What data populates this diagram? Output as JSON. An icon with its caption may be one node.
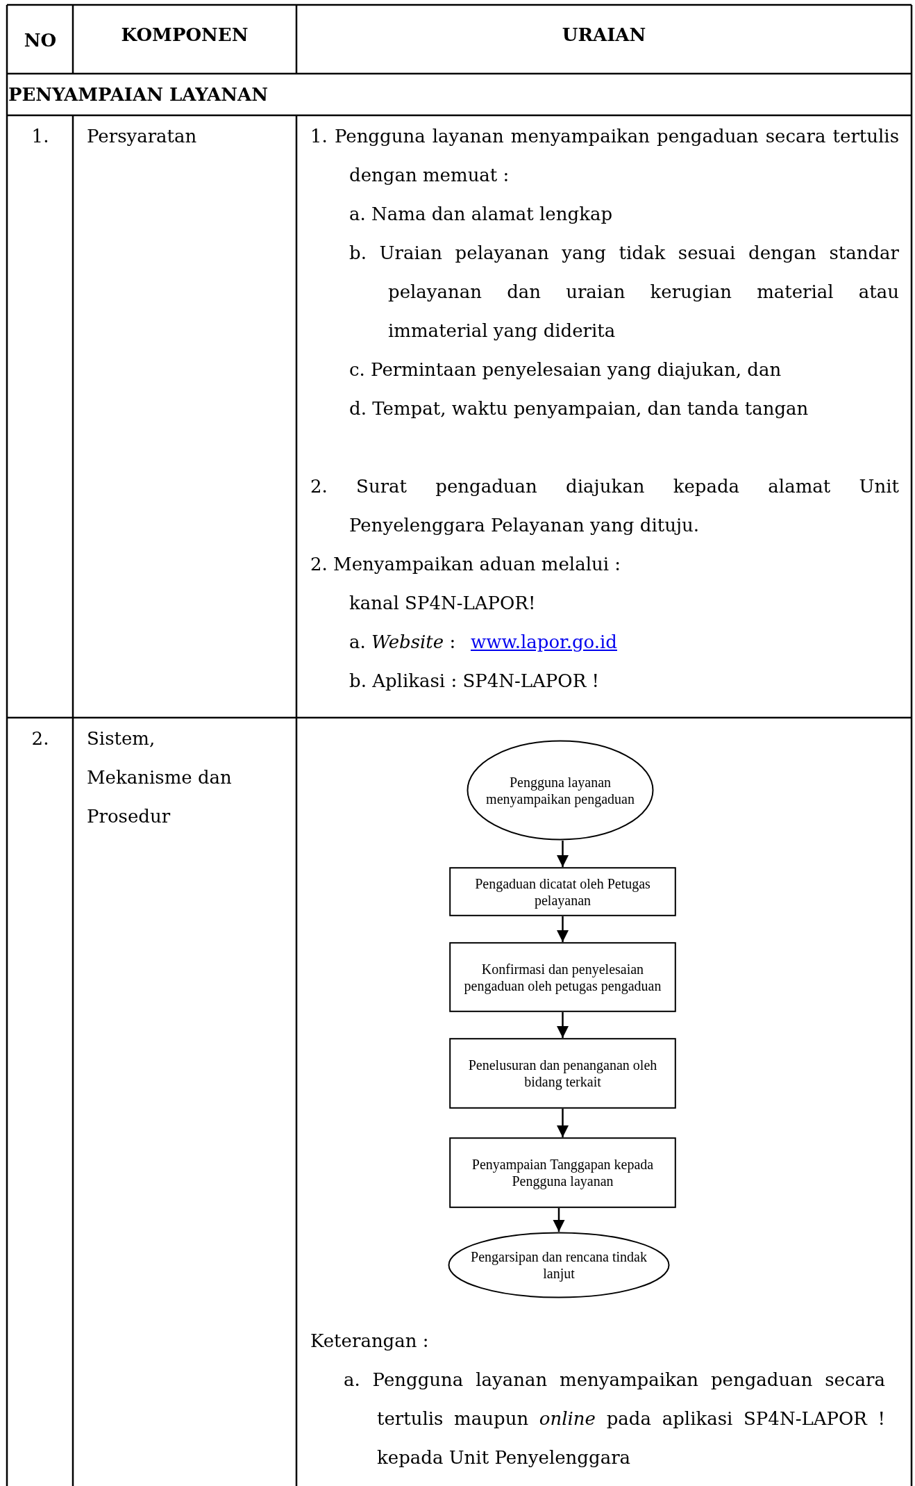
{
  "diagram": {
    "nodes": [
      {
        "text": [
          "Pengguna layanan menyampaikan pengaduan"
        ]
      },
      {
        "text": [
          "Pengaduan dicatat oleh Petugas pelayanan"
        ]
      },
      {
        "text": [
          "Konfirmasi dan penyelesaian pengaduan oleh petugas pengaduan"
        ]
      },
      {
        "text": [
          "Penelusuran dan penanganan oleh bidang terkait"
        ]
      },
      {
        "text": [
          "Penyampaian Tanggapan kepada Pengguna layanan"
        ]
      },
      {
        "text": [
          "Pengarsipan dan rencana tindak lanjut"
        ]
      }
    ],
    "edges": [
      {
        "from": 0,
        "to": 1,
        "arrow": "to"
      },
      {
        "from": 1,
        "to": 2,
        "arrow": "to"
      },
      {
        "from": 2,
        "to": 3,
        "arrow": "to"
      },
      {
        "from": 3,
        "to": 4,
        "arrow": "to"
      },
      {
        "from": 4,
        "to": 5,
        "arrow": "to"
      }
    ],
    "labels": [
      "NO",
      "KOMPONEN",
      "URAIAN",
      "PENYAMPAIAN LAYANAN",
      "1.",
      "Persyaratan",
      "1. Pengguna layanan menyampaikan pengaduan secara tertulis dengan memuat :",
      "a. Nama dan alamat lengkap",
      "b. Uraian pelayanan yang tidak sesuai dengan standar pelayanan dan uraian kerugian material atau immaterial yang diderita",
      "c. Permintaan penyelesaian yang diajukan, dan",
      "d. Tempat, waktu penyampaian, dan tanda tangan",
      "2. Surat pengaduan diajukan kepada alamat Unit Penyelenggara Pelayanan yang dituju.",
      "2. Menyampaikan aduan melalui :",
      "kanal SP4N-LAPOR!",
      "a. *Website* :",
      "www.lapor.go.id",
      "b. Aplikasi : SP4N-LAPOR !",
      "2.",
      "Sistem, Mekanisme dan Prosedur",
      "Keterangan :",
      "a. Pengguna layanan menyampaikan pengaduan secara tertulis maupun *online* pada aplikasi SP4N-LAPOR ! kepada Unit Penyelenggara"
    ]
  }
}
